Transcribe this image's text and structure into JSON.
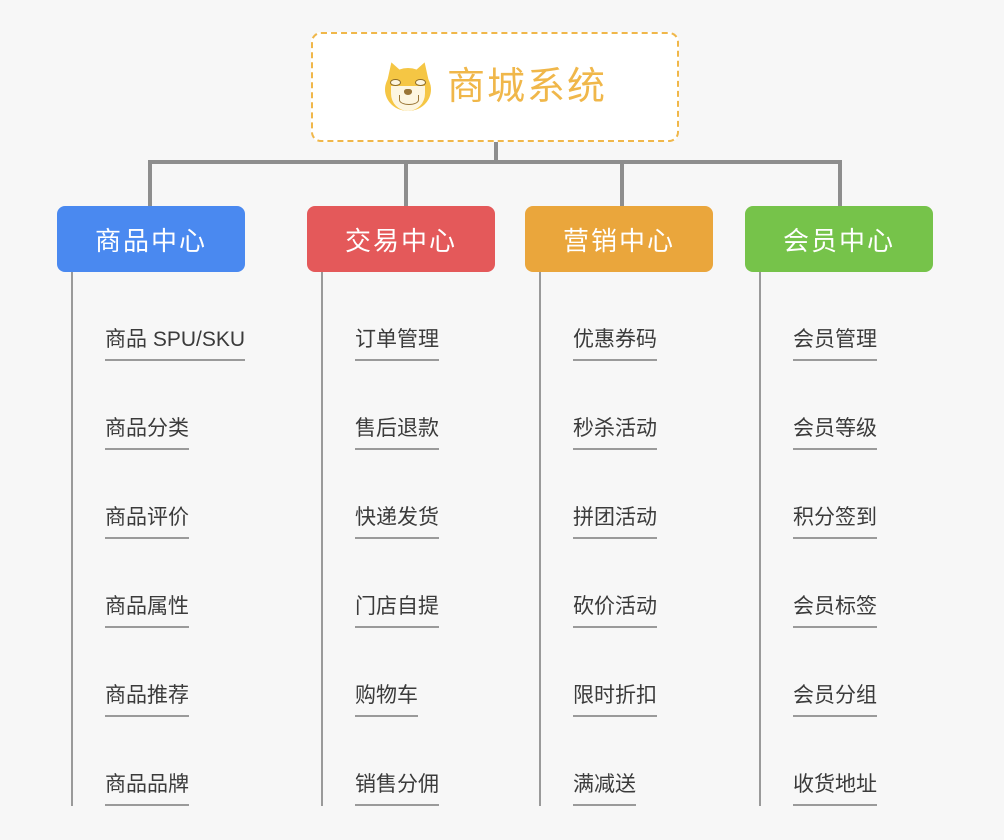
{
  "page": {
    "background_color": "#f7f7f7",
    "line_color": "#8e8e8e",
    "text_color": "#3b3b3b"
  },
  "root": {
    "title": "商城系统",
    "icon": "shiba-inu-dog-face-emoji",
    "text_color": "#f0b74a",
    "border_color": "#f0b74a",
    "background_color": "#ffffff"
  },
  "branches": [
    {
      "label": "商品中心",
      "color": "#4a89f0",
      "items": [
        "商品 SPU/SKU",
        "商品分类",
        "商品评价",
        "商品属性",
        "商品推荐",
        "商品品牌"
      ]
    },
    {
      "label": "交易中心",
      "color": "#e4595a",
      "items": [
        "订单管理",
        "售后退款",
        "快递发货",
        "门店自提",
        "购物车",
        "销售分佣"
      ]
    },
    {
      "label": "营销中心",
      "color": "#eaa63c",
      "items": [
        "优惠券码",
        "秒杀活动",
        "拼团活动",
        "砍价活动",
        "限时折扣",
        "满减送"
      ]
    },
    {
      "label": "会员中心",
      "color": "#76c34a",
      "items": [
        "会员管理",
        "会员等级",
        "积分签到",
        "会员标签",
        "会员分组",
        "收货地址"
      ]
    }
  ]
}
